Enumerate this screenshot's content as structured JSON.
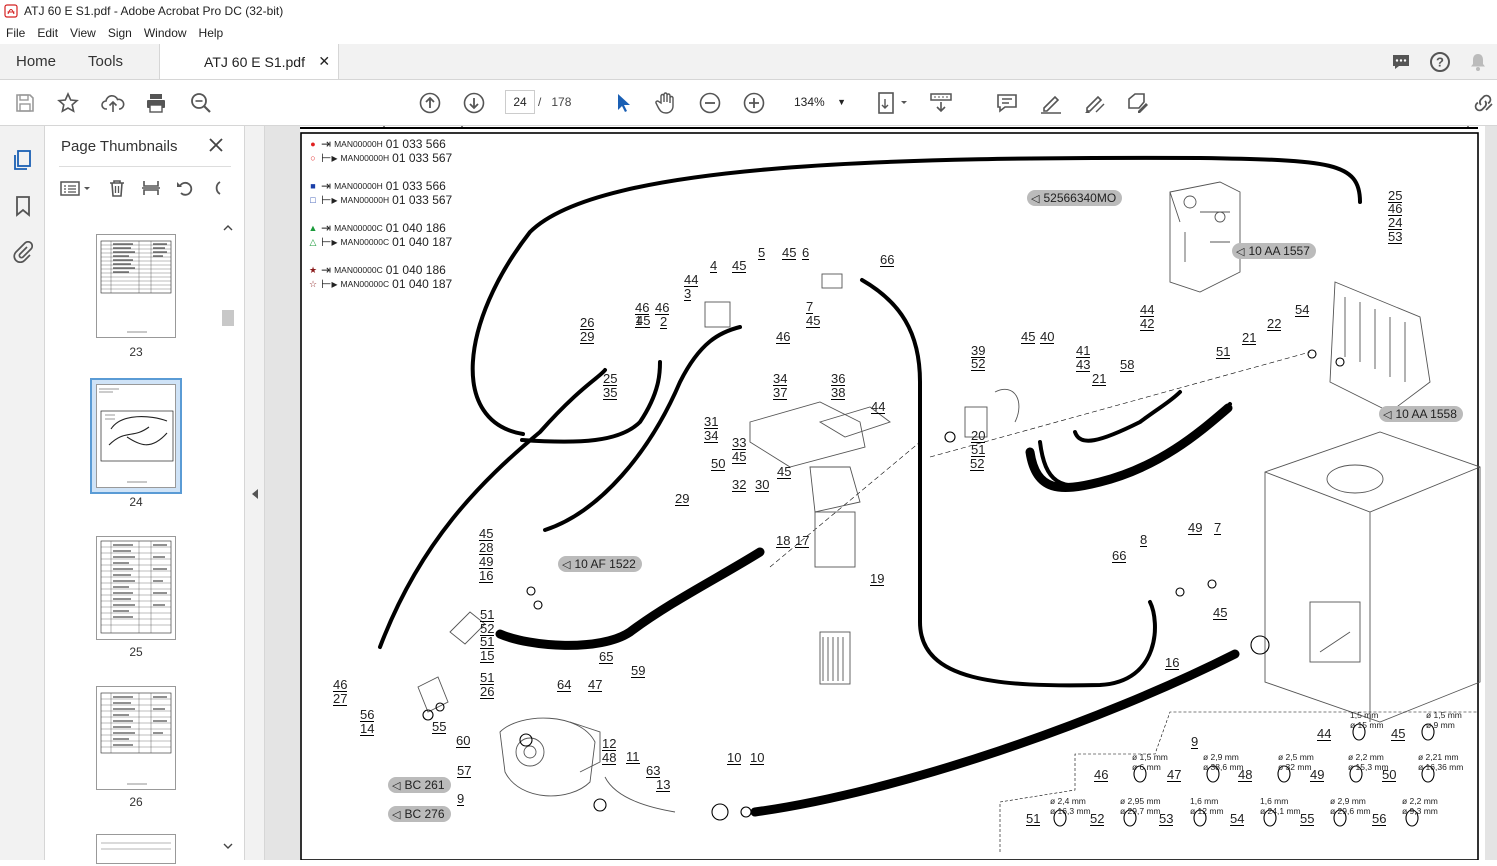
{
  "window": {
    "title": "ATJ 60 E S1.pdf - Adobe Acrobat Pro DC (32-bit)"
  },
  "menu": [
    "File",
    "Edit",
    "View",
    "Sign",
    "Window",
    "Help"
  ],
  "tabs": {
    "home": "Home",
    "tools": "Tools",
    "document": "ATJ 60 E S1.pdf"
  },
  "toolbar": {
    "current_page": "24",
    "page_sep": "/",
    "total_pages": "178",
    "zoom": "134%"
  },
  "panel": {
    "title": "Page Thumbnails",
    "thumbnails": [
      {
        "label": "23"
      },
      {
        "label": "24",
        "selected": true
      },
      {
        "label": "25"
      },
      {
        "label": "26"
      }
    ]
  },
  "legend": [
    {
      "symbol": "●",
      "color": "#e02020",
      "man": "MAN00000H",
      "code": "01 033 566"
    },
    {
      "symbol": "○",
      "color": "#e02020",
      "man": "MAN00000H",
      "code": "01 033 567"
    },
    {
      "symbol": "■",
      "color": "#1a3fa8",
      "man": "MAN00000H",
      "code": "01 033 566"
    },
    {
      "symbol": "□",
      "color": "#1a3fa8",
      "man": "MAN00000H",
      "code": "01 033 567"
    },
    {
      "symbol": "▲",
      "color": "#1a9a3a",
      "man": "MAN00000C",
      "code": "01 040 186"
    },
    {
      "symbol": "△",
      "color": "#1a9a3a",
      "man": "MAN00000C",
      "code": "01 040 187"
    },
    {
      "symbol": "★",
      "color": "#8a1a1a",
      "man": "MAN00000C",
      "code": "01 040 186"
    },
    {
      "symbol": "☆",
      "color": "#8a1a1a",
      "man": "MAN00000C",
      "code": "01 040 187"
    }
  ],
  "callouts": [
    "52566340MO",
    "10 AA 1557",
    "10 AA 1558",
    "10 AF 1522",
    "BC 261",
    "BC 276"
  ],
  "part_numbers": [
    "25",
    "46",
    "24",
    "53",
    "54",
    "22",
    "51",
    "21",
    "44",
    "42",
    "45",
    "40",
    "39",
    "52",
    "41",
    "58",
    "43",
    "21",
    "20",
    "51",
    "52",
    "66",
    "4",
    "45",
    "5",
    "45",
    "6",
    "44",
    "3",
    "46",
    "2",
    "45",
    "7",
    "46",
    "1",
    "45",
    "26",
    "29",
    "46",
    "25",
    "35",
    "34",
    "37",
    "36",
    "38",
    "44",
    "31",
    "34",
    "33",
    "45",
    "50",
    "45",
    "32",
    "30",
    "29",
    "45",
    "28",
    "49",
    "16",
    "51",
    "52",
    "17",
    "18",
    "19",
    "16",
    "51",
    "15",
    "51",
    "26",
    "46",
    "27",
    "56",
    "14",
    "55",
    "60",
    "65",
    "59",
    "64",
    "47",
    "12",
    "48",
    "11",
    "63",
    "13",
    "57",
    "9",
    "10",
    "10",
    "9",
    "45",
    "8",
    "49",
    "7",
    "66"
  ],
  "seal_table": [
    {
      "item": "44",
      "a": "ø 15 mm",
      "b": "1,5 mm"
    },
    {
      "item": "45",
      "a": "ø 9 mm",
      "b": "ø 1,5 mm"
    },
    {
      "item": "46",
      "a": "ø 6 mm",
      "b": "ø 1,5 mm"
    },
    {
      "item": "47",
      "a": "ø 38,6 mm",
      "b": "ø 2,9 mm"
    },
    {
      "item": "48",
      "a": "ø 32 mm",
      "b": "ø 2,5 mm"
    },
    {
      "item": "49",
      "a": "ø 15,3 mm",
      "b": "ø 2,2 mm"
    },
    {
      "item": "50",
      "a": "ø 16,36 mm",
      "b": "ø 2,21 mm"
    },
    {
      "item": "51",
      "a": "ø 16,3 mm",
      "b": "ø 2,4 mm"
    },
    {
      "item": "52",
      "a": "ø 29,7 mm",
      "b": "ø 2,95 mm"
    },
    {
      "item": "53",
      "a": "ø 12 mm",
      "b": "1,6 mm"
    },
    {
      "item": "54",
      "a": "ø 24,1 mm",
      "b": "1,6 mm"
    },
    {
      "item": "55",
      "a": "ø 29,6 mm",
      "b": "ø 2,9 mm"
    },
    {
      "item": "56",
      "a": "ø 9,3 mm",
      "b": "ø 2,2 mm"
    }
  ]
}
